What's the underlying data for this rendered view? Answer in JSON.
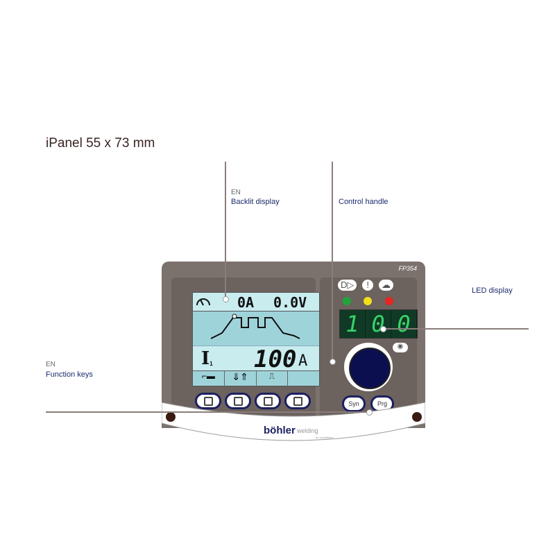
{
  "title": "iPanel 55 x 73 mm",
  "callouts": {
    "backlit": {
      "lang": "EN",
      "label": "Backlit display"
    },
    "handle": {
      "label": "Control handle"
    },
    "led": {
      "label": "LED display"
    },
    "function": {
      "lang": "EN",
      "label": "Function keys"
    }
  },
  "panel": {
    "model": "FP354",
    "lcd": {
      "current": "0A",
      "voltage": "0.0V",
      "param_label": "I",
      "param_sub": "1",
      "param_value": "100",
      "param_unit": "A"
    },
    "led_display": {
      "digits": [
        "1",
        "0",
        "0"
      ]
    },
    "led_colors": [
      "#1fa53a",
      "#f2e01a",
      "#e8251f"
    ],
    "buttons": {
      "syn": "Syn",
      "prg": "Prg"
    },
    "brand": "böhler",
    "brand_sub": "welding",
    "brand_tag": "by voestalpine"
  }
}
